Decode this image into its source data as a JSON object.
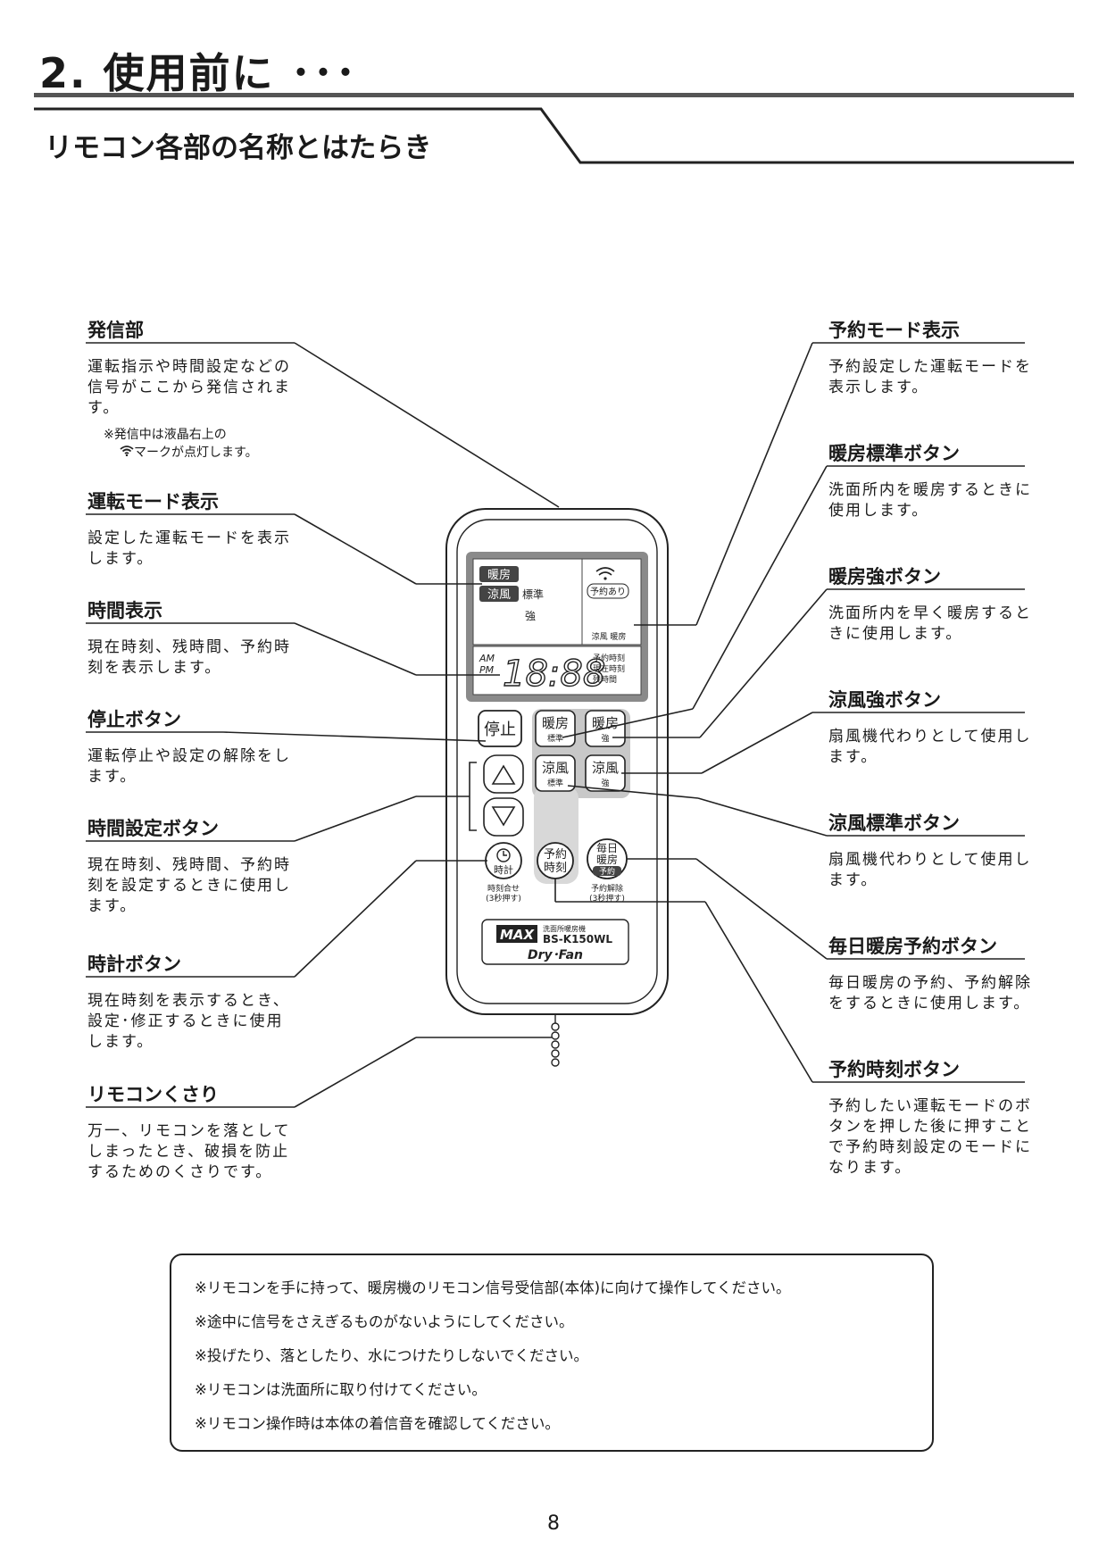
{
  "header": {
    "title": "2. 使用前に ･･･",
    "subtitle": "リモコン各部の名称とはたらき"
  },
  "labels_left": [
    {
      "title": "発信部",
      "desc": "運転指示や時間設定などの信号がここから発信されます。",
      "note1": "※発信中は液晶右上の",
      "note2": "マークが点灯します。"
    },
    {
      "title": "運転モード表示",
      "desc": "設定した運転モードを表示します。"
    },
    {
      "title": "時間表示",
      "desc": "現在時刻、残時間、予約時刻を表示します。"
    },
    {
      "title": "停止ボタン",
      "desc": "運転停止や設定の解除をします。"
    },
    {
      "title": "時間設定ボタン",
      "desc": "現在時刻、残時間、予約時刻を設定するときに使用します。"
    },
    {
      "title": "時計ボタン",
      "desc": "現在時刻を表示するとき、設定･修正するときに使用します。"
    },
    {
      "title": "リモコンくさり",
      "desc": "万一、リモコンを落としてしまったとき、破損を防止するためのくさりです。"
    }
  ],
  "labels_right": [
    {
      "title": "予約モード表示",
      "desc": "予約設定した運転モードを表示します。"
    },
    {
      "title": "暖房標準ボタン",
      "desc": "洗面所内を暖房するときに使用します。"
    },
    {
      "title": "暖房強ボタン",
      "desc": "洗面所内を早く暖房するときに使用します。"
    },
    {
      "title": "涼風強ボタン",
      "desc": "扇風機代わりとして使用します。"
    },
    {
      "title": "涼風標準ボタン",
      "desc": "扇風機代わりとして使用します。"
    },
    {
      "title": "毎日暖房予約ボタン",
      "desc": "毎日暖房の予約、予約解除をするときに使用します。"
    },
    {
      "title": "予約時刻ボタン",
      "desc": "予約したい運転モードのボタンを押した後に押すことで予約時刻設定のモードになります。"
    }
  ],
  "remote": {
    "lcd": {
      "mode_heat": "暖房",
      "mode_cool": "涼風",
      "level_std": "標準",
      "level_strong": "強",
      "reserve_badge": "予約あり",
      "reserve_modes": "涼風 暖房",
      "ampm_am": "AM",
      "ampm_pm": "PM",
      "digits": "18:88",
      "time_label1": "予約時刻",
      "time_label2": "現在時刻",
      "time_label3": "残時間"
    },
    "buttons": {
      "stop": "停止",
      "heat": "暖房",
      "cool": "涼風",
      "std": "標準",
      "strong": "強",
      "reserve_time_1": "予約",
      "reserve_time_2": "時刻",
      "clock": "時計",
      "clock_sub1": "時刻合せ",
      "clock_sub2": "(3秒押す)",
      "daily_1": "毎日",
      "daily_2": "暖房",
      "daily_3": "予約",
      "daily_sub1": "予約解除",
      "daily_sub2": "(3秒押す)"
    },
    "brand": {
      "logo": "MAX",
      "product_type": "洗面所暖房機",
      "model": "BS-K150WL",
      "series": "Dry･Fan"
    }
  },
  "notes": [
    "※リモコンを手に持って、暖房機のリモコン信号受信部(本体)に向けて操作してください。",
    "※途中に信号をさえぎるものがないようにしてください。",
    "※投げたり、落としたり、水につけたりしないでください。",
    "※リモコンは洗面所に取り付けてください。",
    "※リモコン操作時は本体の着信音を確認してください。"
  ],
  "page_number": "8"
}
